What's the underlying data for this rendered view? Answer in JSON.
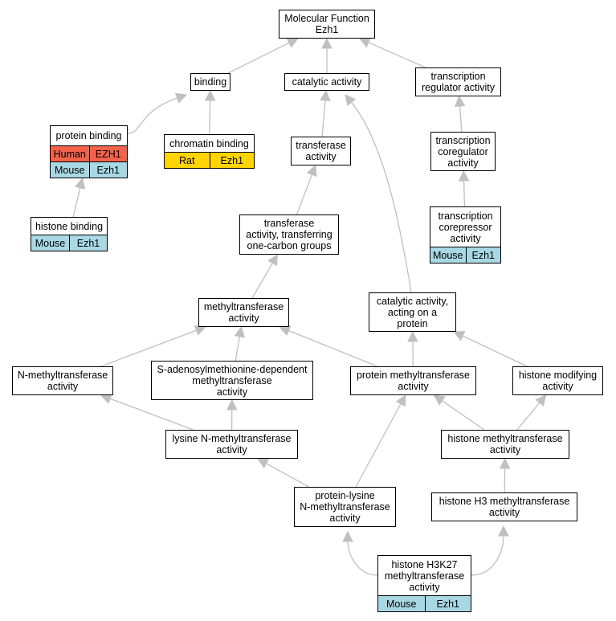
{
  "colors": {
    "edge": "#c0c0c0",
    "Human": "#f4624a",
    "Rat": "#ffd400",
    "Mouse": "#a8d8e4"
  },
  "nodes": [
    {
      "id": "molecular-function",
      "lines": [
        "Molecular Function",
        "Ezh1"
      ],
      "annotations": []
    },
    {
      "id": "binding",
      "lines": [
        "binding"
      ],
      "annotations": []
    },
    {
      "id": "catalytic-activity",
      "lines": [
        "catalytic activity"
      ],
      "annotations": []
    },
    {
      "id": "transcription-regulator-activity",
      "lines": [
        "transcription",
        "regulator activity"
      ],
      "annotations": []
    },
    {
      "id": "protein-binding",
      "lines": [
        "protein binding"
      ],
      "annotations": [
        {
          "species": "Human",
          "gene": "EZH1"
        },
        {
          "species": "Mouse",
          "gene": "Ezh1"
        }
      ]
    },
    {
      "id": "chromatin-binding",
      "lines": [
        "chromatin binding"
      ],
      "annotations": [
        {
          "species": "Rat",
          "gene": "Ezh1"
        }
      ]
    },
    {
      "id": "transferase-activity",
      "lines": [
        "transferase",
        "activity"
      ],
      "annotations": []
    },
    {
      "id": "transcription-coregulator-activity",
      "lines": [
        "transcription",
        "coregulator",
        "activity"
      ],
      "annotations": []
    },
    {
      "id": "histone-binding",
      "lines": [
        "histone binding"
      ],
      "annotations": [
        {
          "species": "Mouse",
          "gene": "Ezh1"
        }
      ]
    },
    {
      "id": "transferase-one-carbon",
      "lines": [
        "transferase",
        "activity, transferring",
        "one-carbon groups"
      ],
      "annotations": []
    },
    {
      "id": "transcription-corepressor-activity",
      "lines": [
        "transcription",
        "corepressor",
        "activity"
      ],
      "annotations": [
        {
          "species": "Mouse",
          "gene": "Ezh1"
        }
      ]
    },
    {
      "id": "methyltransferase-activity",
      "lines": [
        "methyltransferase",
        "activity"
      ],
      "annotations": []
    },
    {
      "id": "catalytic-on-protein",
      "lines": [
        "catalytic activity,",
        "acting on a",
        "protein"
      ],
      "annotations": []
    },
    {
      "id": "n-methyltransferase-activity",
      "lines": [
        "N-methyltransferase",
        "activity"
      ],
      "annotations": []
    },
    {
      "id": "sam-methyltransferase-activity",
      "lines": [
        "S-adenosylmethionine-dependent",
        "methyltransferase",
        "activity"
      ],
      "annotations": []
    },
    {
      "id": "protein-methyltransferase-activity",
      "lines": [
        "protein methyltransferase",
        "activity"
      ],
      "annotations": []
    },
    {
      "id": "histone-modifying-activity",
      "lines": [
        "histone modifying",
        "activity"
      ],
      "annotations": []
    },
    {
      "id": "lysine-n-methyltransferase-activity",
      "lines": [
        "lysine N-methyltransferase",
        "activity"
      ],
      "annotations": []
    },
    {
      "id": "histone-methyltransferase-activity",
      "lines": [
        "histone methyltransferase",
        "activity"
      ],
      "annotations": []
    },
    {
      "id": "protein-lysine-n-methyltransferase-activity",
      "lines": [
        "protein-lysine",
        "N-methyltransferase",
        "activity"
      ],
      "annotations": []
    },
    {
      "id": "histone-h3-methyltransferase-activity",
      "lines": [
        "histone H3 methyltransferase",
        "activity"
      ],
      "annotations": []
    },
    {
      "id": "histone-h3k27-methyltransferase-activity",
      "lines": [
        "histone H3K27",
        "methyltransferase",
        "activity"
      ],
      "annotations": [
        {
          "species": "Mouse",
          "gene": "Ezh1"
        }
      ]
    }
  ],
  "edges": [
    {
      "from": "binding",
      "to": "molecular-function"
    },
    {
      "from": "catalytic-activity",
      "to": "molecular-function"
    },
    {
      "from": "transcription-regulator-activity",
      "to": "molecular-function"
    },
    {
      "from": "protein-binding",
      "to": "binding"
    },
    {
      "from": "chromatin-binding",
      "to": "binding"
    },
    {
      "from": "transferase-activity",
      "to": "catalytic-activity"
    },
    {
      "from": "catalytic-on-protein",
      "to": "catalytic-activity"
    },
    {
      "from": "transcription-coregulator-activity",
      "to": "transcription-regulator-activity"
    },
    {
      "from": "histone-binding",
      "to": "protein-binding"
    },
    {
      "from": "transferase-one-carbon",
      "to": "transferase-activity"
    },
    {
      "from": "transcription-corepressor-activity",
      "to": "transcription-coregulator-activity"
    },
    {
      "from": "methyltransferase-activity",
      "to": "transferase-one-carbon"
    },
    {
      "from": "n-methyltransferase-activity",
      "to": "methyltransferase-activity"
    },
    {
      "from": "sam-methyltransferase-activity",
      "to": "methyltransferase-activity"
    },
    {
      "from": "protein-methyltransferase-activity",
      "to": "methyltransferase-activity"
    },
    {
      "from": "protein-methyltransferase-activity",
      "to": "catalytic-on-protein"
    },
    {
      "from": "histone-modifying-activity",
      "to": "catalytic-on-protein"
    },
    {
      "from": "lysine-n-methyltransferase-activity",
      "to": "n-methyltransferase-activity"
    },
    {
      "from": "lysine-n-methyltransferase-activity",
      "to": "sam-methyltransferase-activity"
    },
    {
      "from": "histone-methyltransferase-activity",
      "to": "protein-methyltransferase-activity"
    },
    {
      "from": "histone-methyltransferase-activity",
      "to": "histone-modifying-activity"
    },
    {
      "from": "protein-lysine-n-methyltransferase-activity",
      "to": "lysine-n-methyltransferase-activity"
    },
    {
      "from": "protein-lysine-n-methyltransferase-activity",
      "to": "protein-methyltransferase-activity"
    },
    {
      "from": "histone-h3-methyltransferase-activity",
      "to": "histone-methyltransferase-activity"
    },
    {
      "from": "histone-h3k27-methyltransferase-activity",
      "to": "protein-lysine-n-methyltransferase-activity"
    },
    {
      "from": "histone-h3k27-methyltransferase-activity",
      "to": "histone-h3-methyltransferase-activity"
    }
  ]
}
